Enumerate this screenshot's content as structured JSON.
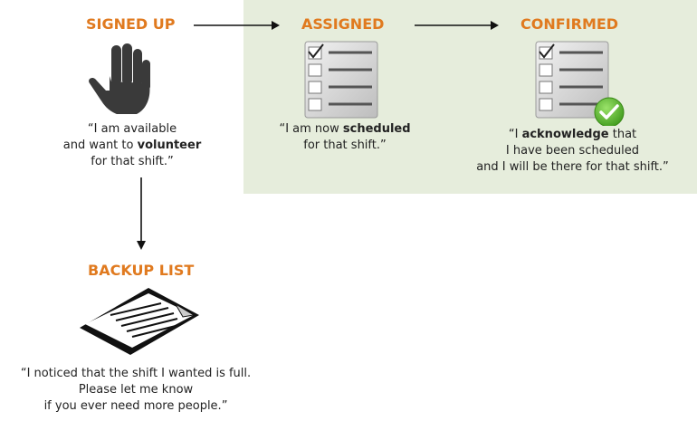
{
  "colors": {
    "title": "#e07a1f",
    "panel": "#e6eddc",
    "check": "#5cb82e",
    "hand": "#3a3a3a"
  },
  "stages": {
    "signed_up": {
      "title": "SIGNED UP",
      "icon": "hand-icon",
      "quote": {
        "l1": "“I am available",
        "l2_pre": "and want to ",
        "l2_bold": "volunteer",
        "l3": "for that shift.”"
      }
    },
    "assigned": {
      "title": "ASSIGNED",
      "icon": "checklist-icon",
      "quote": {
        "l1_pre": "“I am now ",
        "l1_bold": "scheduled",
        "l2": "for that shift.”"
      }
    },
    "confirmed": {
      "title": "CONFIRMED",
      "icon": "checklist-confirmed-icon",
      "quote": {
        "l1_pre": "“I ",
        "l1_bold": "acknowledge",
        "l1_post": " that",
        "l2": "I have been scheduled",
        "l3": "and I will be there for that shift.”"
      }
    },
    "backup_list": {
      "title": "BACKUP LIST",
      "icon": "document-icon",
      "quote": {
        "l1": "“I noticed that the shift I wanted is full.",
        "l2": "Please let me know",
        "l3": "if you ever need more people.”"
      }
    }
  }
}
